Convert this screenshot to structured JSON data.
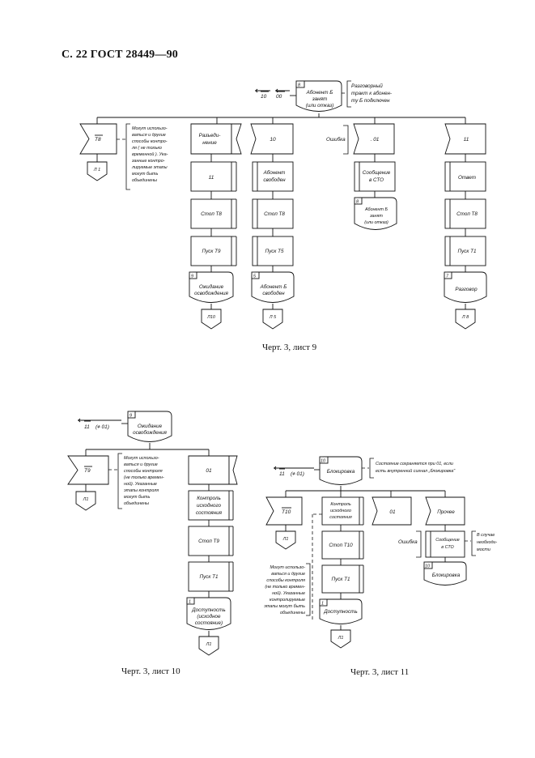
{
  "header": "С. 22 ГОСТ 28449—90",
  "captions": {
    "sheet9": "Черт.  3, лист 9",
    "sheet10": "Черт. 3, лист 10",
    "sheet11": "Черт.  3, лист 11"
  },
  "sheet9": {
    "input_label_1": "10",
    "input_label_2": "00",
    "state_num": "8",
    "state_lines": [
      "Абонент Б",
      "занят",
      "(или отказ)"
    ],
    "comment_top": [
      "Разговорный",
      "тракт к абонен-",
      "ту Б подключен"
    ],
    "input_t8": "Т8",
    "comment_left": [
      "Могут использо-",
      "ваться и другие",
      "способы контро-",
      "ля ( не только",
      "временной ). Ука-",
      "занные контро-",
      "лируемые этапы",
      "могут быть",
      "объединены"
    ],
    "l1": "Л 1",
    "col_a": [
      "Разъеди-",
      "нение"
    ],
    "a_11": "11",
    "a_stop": "Стоп Т8",
    "a_pusk": "Пуск Т9",
    "a_state_num": "9",
    "a_state": [
      "Ожидание",
      "освобождения"
    ],
    "a_conn": "Л10",
    "col_b": "10",
    "b_free": [
      "Абонент",
      "свободен"
    ],
    "b_stop": "Стоп Т8",
    "b_pusk": "Пуск Т5",
    "b_state_num": "5",
    "b_state": [
      "Абонент Б",
      "свободен"
    ],
    "b_conn": "Л 5",
    "err_label": "Ошибка",
    "col_c": ". 01",
    "c_msg": [
      "Сообщение",
      "в СТО"
    ],
    "c_state_num": "8",
    "c_state": [
      "Абонент Б",
      "занят",
      "(или отказ)"
    ],
    "col_d": "11",
    "d_answer": "Ответ",
    "d_stop": "Стоп Т8",
    "d_pusk": "Пуск Т1",
    "d_state_num": "7",
    "d_state": "Разговор",
    "d_conn": "Л 8"
  },
  "sheet10": {
    "input_a": "11",
    "input_b": "(≠ 01)",
    "state_num": "9",
    "state": [
      "Ожидание",
      "освобождения"
    ],
    "input_t9": "Т9",
    "comment": [
      "Могут использо-",
      "ваться и другие",
      "способы контроля",
      "(не только времен-",
      "ной). Указанные",
      "этапы контроля",
      "могут быть",
      "объединены"
    ],
    "l1": "Л1",
    "col_01": "01",
    "control": [
      "Контроль",
      "исходного",
      "состояния"
    ],
    "stop": "Стоп Т9",
    "pusk": "Пуск Т1",
    "end_num": "1",
    "end": [
      "Доступность",
      "(исходное",
      "состояние)"
    ],
    "end_conn": "Л1"
  },
  "sheet11": {
    "input_a": "11",
    "input_b": "(≠ 01)",
    "state_num": "10",
    "state": "Блокировка",
    "comment_top": [
      "Состояние сохраняется при  01, если",
      "есть внутренний сигнал „блокировка\""
    ],
    "input_t10": "Т10",
    "l1": "Л1",
    "control": [
      "Контроль",
      "исходного",
      "состояния"
    ],
    "col_01": "01",
    "other": "Прочее",
    "stop": "Стоп Т10",
    "pusk": "Пуск Т1",
    "end_num": "1",
    "end": "Доступность",
    "end_conn": "Л1",
    "comment_left": [
      "Могут использо-",
      "ваться и другие",
      "способы контроля",
      "(не только времен-",
      "ной). Указанные",
      "контролируемые",
      "этапы могут быть",
      "объединены"
    ],
    "err_label": "Ошибка",
    "msg": [
      "Сообщение",
      "в СТО"
    ],
    "comment_right": [
      "В случае",
      "необходи-",
      "мости"
    ],
    "blk_num": "10",
    "blk": "Блокировка"
  }
}
